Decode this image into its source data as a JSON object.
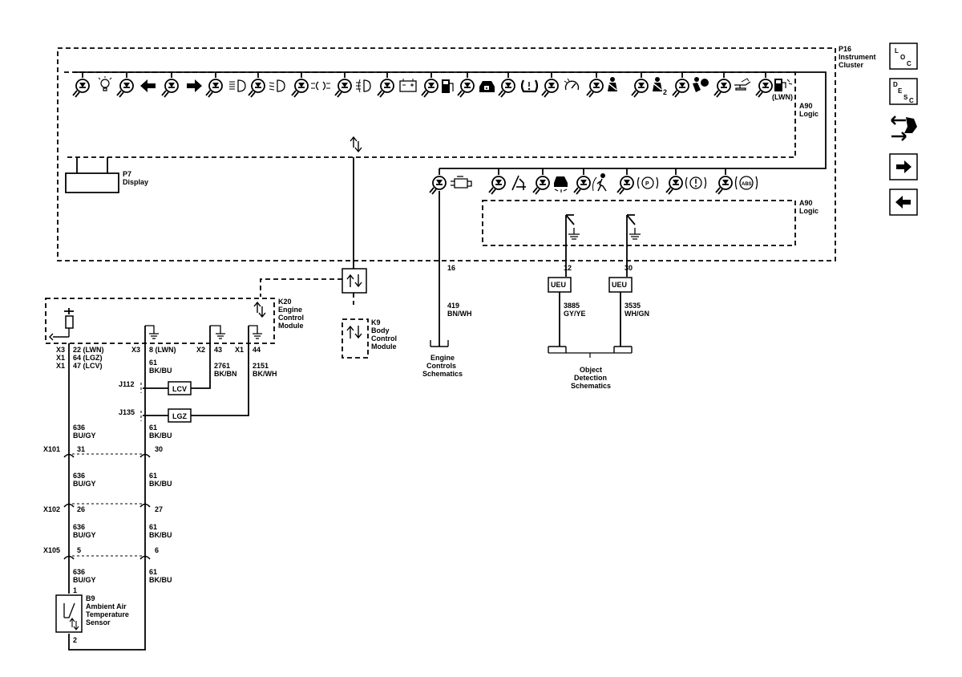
{
  "components": {
    "p16": [
      "P16",
      "Instrument",
      "Cluster"
    ],
    "a90_top": [
      "A90",
      "Logic"
    ],
    "a90_bottom": [
      "A90",
      "Logic"
    ],
    "p7": [
      "P7",
      "Display"
    ],
    "k20": [
      "K20",
      "Engine",
      "Control",
      "Module"
    ],
    "k9": [
      "K9",
      "Body",
      "Control",
      "Module"
    ],
    "b9": [
      "B9",
      "Ambient Air",
      "Temperature",
      "Sensor"
    ],
    "engine_controls": [
      "Engine",
      "Controls",
      "Schematics"
    ],
    "object_detection": [
      "Object",
      "Detection",
      "Schematics"
    ]
  },
  "indicator_labels": {
    "lwn": "(LWN)",
    "seatbelt_2": "2",
    "park": "P",
    "abs": "ABS"
  },
  "pins": {
    "p16_16": "16",
    "p16_12": "12",
    "p16_30": "30",
    "k20_x3_22": "22 (LWN)",
    "k20_x1_64": "64 (LGZ)",
    "k20_x1_47": "47 (LCV)",
    "k20_x3_8": "8 (LWN)",
    "k20_x2_43": "43",
    "k20_x1_44": "44",
    "b9_1": "1",
    "b9_2": "2",
    "x101_a": "31",
    "x101_b": "30",
    "x102_a": "26",
    "x102_b": "27",
    "x105_a": "5",
    "x105_b": "6"
  },
  "connectors": {
    "x3": "X3",
    "x1": "X1",
    "x3b": "X3",
    "x2": "X2",
    "x1b": "X1",
    "x101": "X101",
    "x102": "X102",
    "x105": "X105"
  },
  "splices": {
    "j112": "J112",
    "j135": "J135"
  },
  "options": {
    "lcv": "LCV",
    "lgz": "LGZ",
    "ueu1": "UEU",
    "ueu2": "UEU"
  },
  "wires": {
    "w419": [
      "419",
      "BN/WH"
    ],
    "w3885": [
      "3885",
      "GY/YE"
    ],
    "w3535": [
      "3535",
      "WH/GN"
    ],
    "w636_1": [
      "636",
      "BU/GY"
    ],
    "w636_2": [
      "636",
      "BU/GY"
    ],
    "w636_3": [
      "636",
      "BU/GY"
    ],
    "w636_4": [
      "636",
      "BU/GY"
    ],
    "w61_1": [
      "61",
      "BK/BU"
    ],
    "w61_2": [
      "61",
      "BK/BU"
    ],
    "w61_3": [
      "61",
      "BK/BU"
    ],
    "w61_4": [
      "61",
      "BK/BU"
    ],
    "w61_5": [
      "61",
      "BK/BU"
    ],
    "w2761": [
      "2761",
      "BK/BN"
    ],
    "w2151": [
      "2151",
      "BK/WH"
    ]
  },
  "nav": {
    "loc": [
      "L",
      "O",
      "C"
    ],
    "desc": [
      "D",
      "E",
      "S",
      "C"
    ],
    "icons": [
      "connector-view-icon",
      "next-page-arrow-icon",
      "previous-page-arrow-icon"
    ]
  }
}
